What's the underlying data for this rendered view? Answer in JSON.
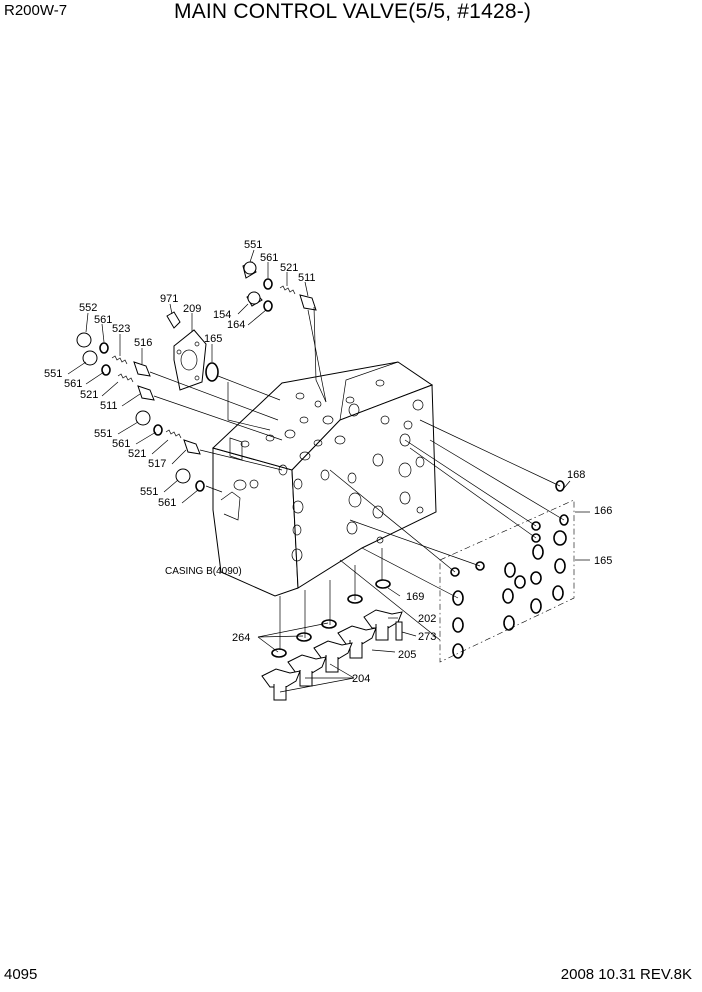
{
  "header": {
    "model": "R200W-7",
    "title": "MAIN CONTROL VALVE(5/5, #1428-)"
  },
  "footer": {
    "page_number": "4095",
    "revision": "2008  10.31  REV.8K"
  },
  "diagram": {
    "casing_label": "CASING B(4090)",
    "part_numbers": {
      "p551_top": "551",
      "p561_top": "561",
      "p521_top": "521",
      "p511_top": "511",
      "p154": "154",
      "p164": "164",
      "p971": "971",
      "p209": "209",
      "p165_plate": "165",
      "p552": "552",
      "p561_a": "561",
      "p523": "523",
      "p516": "516",
      "p551_b": "551",
      "p561_b": "561",
      "p521_b": "521",
      "p511_b": "511",
      "p551_c": "551",
      "p561_c": "561",
      "p521_c": "521",
      "p517": "517",
      "p551_d": "551",
      "p561_d": "561",
      "p168": "168",
      "p166": "166",
      "p165_right": "165",
      "p169": "169",
      "p202": "202",
      "p273": "273",
      "p264": "264",
      "p205": "205",
      "p204": "204"
    }
  }
}
